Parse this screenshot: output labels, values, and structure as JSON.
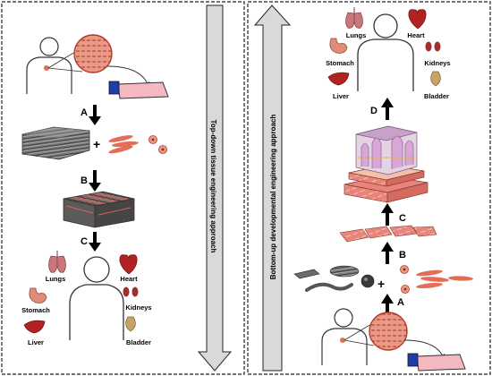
{
  "panels": {
    "left": {
      "approach_label": "Top-down tissue engineering approach",
      "steps": [
        "A",
        "B",
        "C"
      ],
      "organs": {
        "lungs": "Lungs",
        "heart": "Heart",
        "stomach": "Stomach",
        "kidneys": "Kidneys",
        "liver": "Liver",
        "bladder": "Bladder"
      }
    },
    "right": {
      "approach_label": "Bottom-up developmental engineering approach",
      "steps": [
        "A",
        "B",
        "C",
        "D"
      ],
      "organs": {
        "lungs": "Lungs",
        "heart": "Heart",
        "stomach": "Stomach",
        "kidneys": "Kidneys",
        "liver": "Liver",
        "bladder": "Bladder"
      }
    }
  },
  "colors": {
    "border": "#222222",
    "vertical_arrow_fill": "#d9d9d9",
    "organ_red": "#b22222",
    "lung_pink": "#c9787a",
    "stomach_salmon": "#e08c78",
    "kidney_red": "#a0302e",
    "bladder_tan": "#c7a36a",
    "tissue_pink": "#e8847a",
    "flask_blue": "#1f3ea8"
  }
}
